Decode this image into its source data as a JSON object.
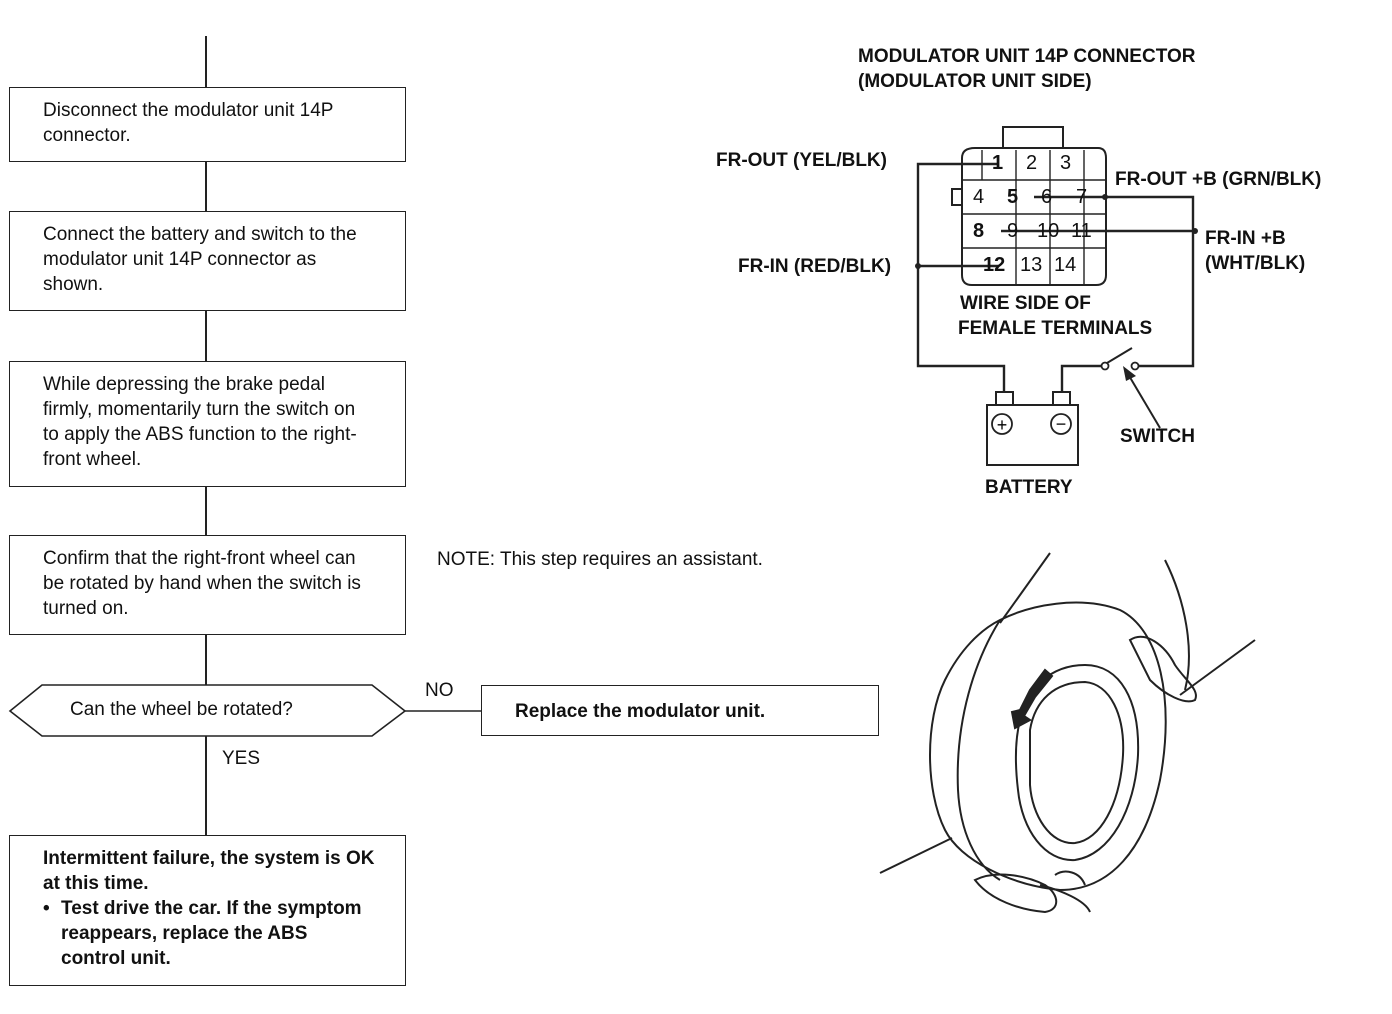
{
  "flow": {
    "step1": "Disconnect the modulator unit 14P connector.",
    "step2": "Connect the battery and switch to the modulator unit 14P connector as shown.",
    "step3": "While depressing the brake pedal firmly, momentarily turn the switch on to apply the ABS function to the right-front wheel.",
    "step4": "Confirm that the right-front wheel can be rotated by hand when the switch is turned on.",
    "note": "NOTE: This step requires an assistant.",
    "decision": "Can the wheel be rotated?",
    "no_label": "NO",
    "yes_label": "YES",
    "no_action": "Replace the modulator unit.",
    "result_line1": "Intermittent failure, the system is OK at this time.",
    "result_bullet_mark": "•",
    "result_bullet": "Test drive the car. If the symptom reappears, replace the ABS control unit."
  },
  "connector": {
    "title_line1": "MODULATOR UNIT 14P CONNECTOR",
    "title_line2": "(MODULATOR UNIT SIDE)",
    "pins": [
      "1",
      "2",
      "3",
      "4",
      "5",
      "6",
      "7",
      "8",
      "9",
      "10",
      "11",
      "12",
      "13",
      "14"
    ],
    "fr_out_left": "FR-OUT (YEL/BLK)",
    "fr_in_left": "FR-IN (RED/BLK)",
    "fr_out_right": "FR-OUT +B (GRN/BLK)",
    "fr_in_right_line1": "FR-IN +B",
    "fr_in_right_line2": "(WHT/BLK)",
    "wire_side_line1": "WIRE SIDE OF",
    "wire_side_line2": "FEMALE TERMINALS",
    "switch_label": "SWITCH",
    "battery_label": "BATTERY",
    "plus": "+",
    "minus": "−"
  }
}
